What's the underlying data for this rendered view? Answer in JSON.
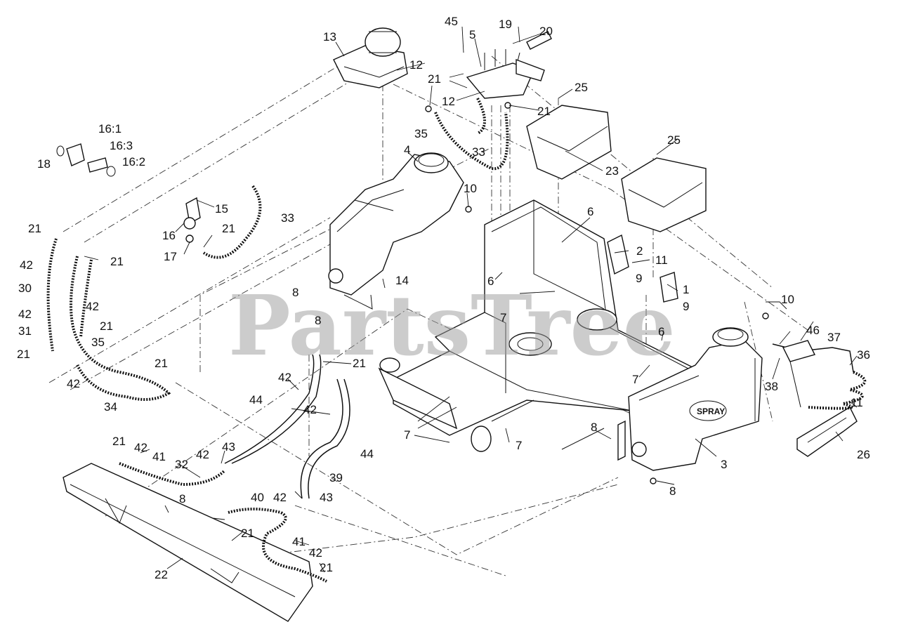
{
  "watermark": "PartsTree",
  "tank_brand": "SPRAY",
  "callouts": [
    {
      "id": "c45",
      "text": "45"
    },
    {
      "id": "c5",
      "text": "5"
    },
    {
      "id": "c19",
      "text": "19"
    },
    {
      "id": "c20",
      "text": "20"
    },
    {
      "id": "c13",
      "text": "13"
    },
    {
      "id": "c12a",
      "text": "12"
    },
    {
      "id": "c21a",
      "text": "21"
    },
    {
      "id": "c12b",
      "text": "12"
    },
    {
      "id": "c21b",
      "text": "21"
    },
    {
      "id": "c25a",
      "text": "25"
    },
    {
      "id": "c35a",
      "text": "35"
    },
    {
      "id": "c33a",
      "text": "33"
    },
    {
      "id": "c161",
      "text": "16:1"
    },
    {
      "id": "c163",
      "text": "16:3"
    },
    {
      "id": "c162",
      "text": "16:2"
    },
    {
      "id": "c18",
      "text": "18"
    },
    {
      "id": "c4",
      "text": "4"
    },
    {
      "id": "c25b",
      "text": "25"
    },
    {
      "id": "c23",
      "text": "23"
    },
    {
      "id": "c10a",
      "text": "10"
    },
    {
      "id": "c15",
      "text": "15"
    },
    {
      "id": "c33b",
      "text": "33"
    },
    {
      "id": "c21c",
      "text": "21"
    },
    {
      "id": "c16",
      "text": "16"
    },
    {
      "id": "c17",
      "text": "17"
    },
    {
      "id": "c6a",
      "text": "6"
    },
    {
      "id": "c21d",
      "text": "21"
    },
    {
      "id": "c21e",
      "text": "21"
    },
    {
      "id": "c42a",
      "text": "42"
    },
    {
      "id": "c30",
      "text": "30"
    },
    {
      "id": "c2",
      "text": "2"
    },
    {
      "id": "c11a",
      "text": "11"
    },
    {
      "id": "c9a",
      "text": "9"
    },
    {
      "id": "c1",
      "text": "1"
    },
    {
      "id": "c9b",
      "text": "9"
    },
    {
      "id": "c6b",
      "text": "6"
    },
    {
      "id": "c8a",
      "text": "8"
    },
    {
      "id": "c14",
      "text": "14"
    },
    {
      "id": "c7a",
      "text": "7"
    },
    {
      "id": "c10b",
      "text": "10"
    },
    {
      "id": "c42b",
      "text": "42"
    },
    {
      "id": "c8b",
      "text": "8"
    },
    {
      "id": "c42c",
      "text": "42"
    },
    {
      "id": "c21f",
      "text": "21"
    },
    {
      "id": "c31",
      "text": "31"
    },
    {
      "id": "c21g",
      "text": "21"
    },
    {
      "id": "c35b",
      "text": "35"
    },
    {
      "id": "c6c",
      "text": "6"
    },
    {
      "id": "c46",
      "text": "46"
    },
    {
      "id": "c37",
      "text": "37"
    },
    {
      "id": "c36",
      "text": "36"
    },
    {
      "id": "c7b",
      "text": "7"
    },
    {
      "id": "c21h",
      "text": "21"
    },
    {
      "id": "c38",
      "text": "38"
    },
    {
      "id": "c42d",
      "text": "42"
    },
    {
      "id": "c21i",
      "text": "21"
    },
    {
      "id": "c42e",
      "text": "42"
    },
    {
      "id": "c44a",
      "text": "44"
    },
    {
      "id": "c34",
      "text": "34"
    },
    {
      "id": "c11b",
      "text": "11"
    },
    {
      "id": "c42f",
      "text": "42"
    },
    {
      "id": "c7c",
      "text": "7"
    },
    {
      "id": "c8c",
      "text": "8"
    },
    {
      "id": "c26",
      "text": "26"
    },
    {
      "id": "c21j",
      "text": "21"
    },
    {
      "id": "c42g",
      "text": "42"
    },
    {
      "id": "c43a",
      "text": "43"
    },
    {
      "id": "c44b",
      "text": "44"
    },
    {
      "id": "c7d",
      "text": "7"
    },
    {
      "id": "c3",
      "text": "3"
    },
    {
      "id": "c41a",
      "text": "41"
    },
    {
      "id": "c32",
      "text": "32"
    },
    {
      "id": "c42h",
      "text": "42"
    },
    {
      "id": "c39",
      "text": "39"
    },
    {
      "id": "c8d",
      "text": "8"
    },
    {
      "id": "c40",
      "text": "40"
    },
    {
      "id": "c42i",
      "text": "42"
    },
    {
      "id": "c43b",
      "text": "43"
    },
    {
      "id": "c8e",
      "text": "8"
    },
    {
      "id": "c21k",
      "text": "21"
    },
    {
      "id": "c41b",
      "text": "41"
    },
    {
      "id": "c42j",
      "text": "42"
    },
    {
      "id": "c22",
      "text": "22"
    },
    {
      "id": "c21l",
      "text": "21"
    }
  ]
}
